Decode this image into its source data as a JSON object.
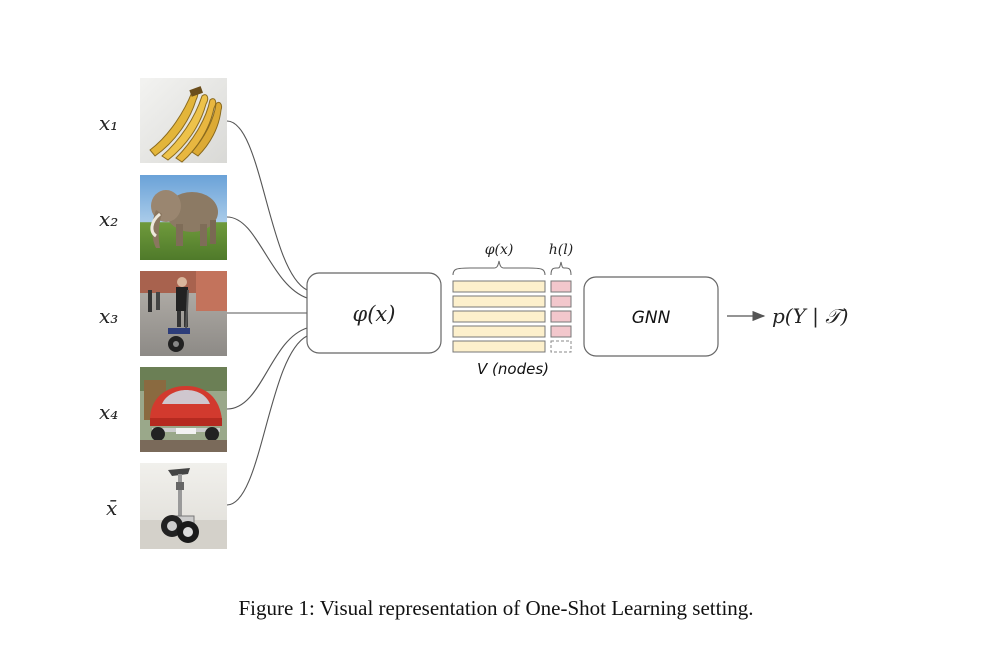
{
  "inputs": [
    {
      "label": "x₁",
      "image": "banana-image"
    },
    {
      "label": "x₂",
      "image": "elephant-image"
    },
    {
      "label": "x₃",
      "image": "segway-rider-image"
    },
    {
      "label": "x₄",
      "image": "red-beetle-car-image"
    },
    {
      "label": "x̄",
      "image": "segway-image"
    }
  ],
  "embedding_box_label": "φ(x)",
  "feature_brace_label": "φ(x)",
  "label_brace_label": "h(l)",
  "nodes_label": "V (nodes)",
  "gnn_label": "GNN",
  "output_label": "p(Y | 𝒯)",
  "caption": "Figure 1: Visual representation of One-Shot Learning setting.",
  "colors": {
    "feature_fill": "#fdf0cc",
    "label_fill": "#f3c7cc",
    "box_stroke": "#666666",
    "connector": "#555555"
  }
}
